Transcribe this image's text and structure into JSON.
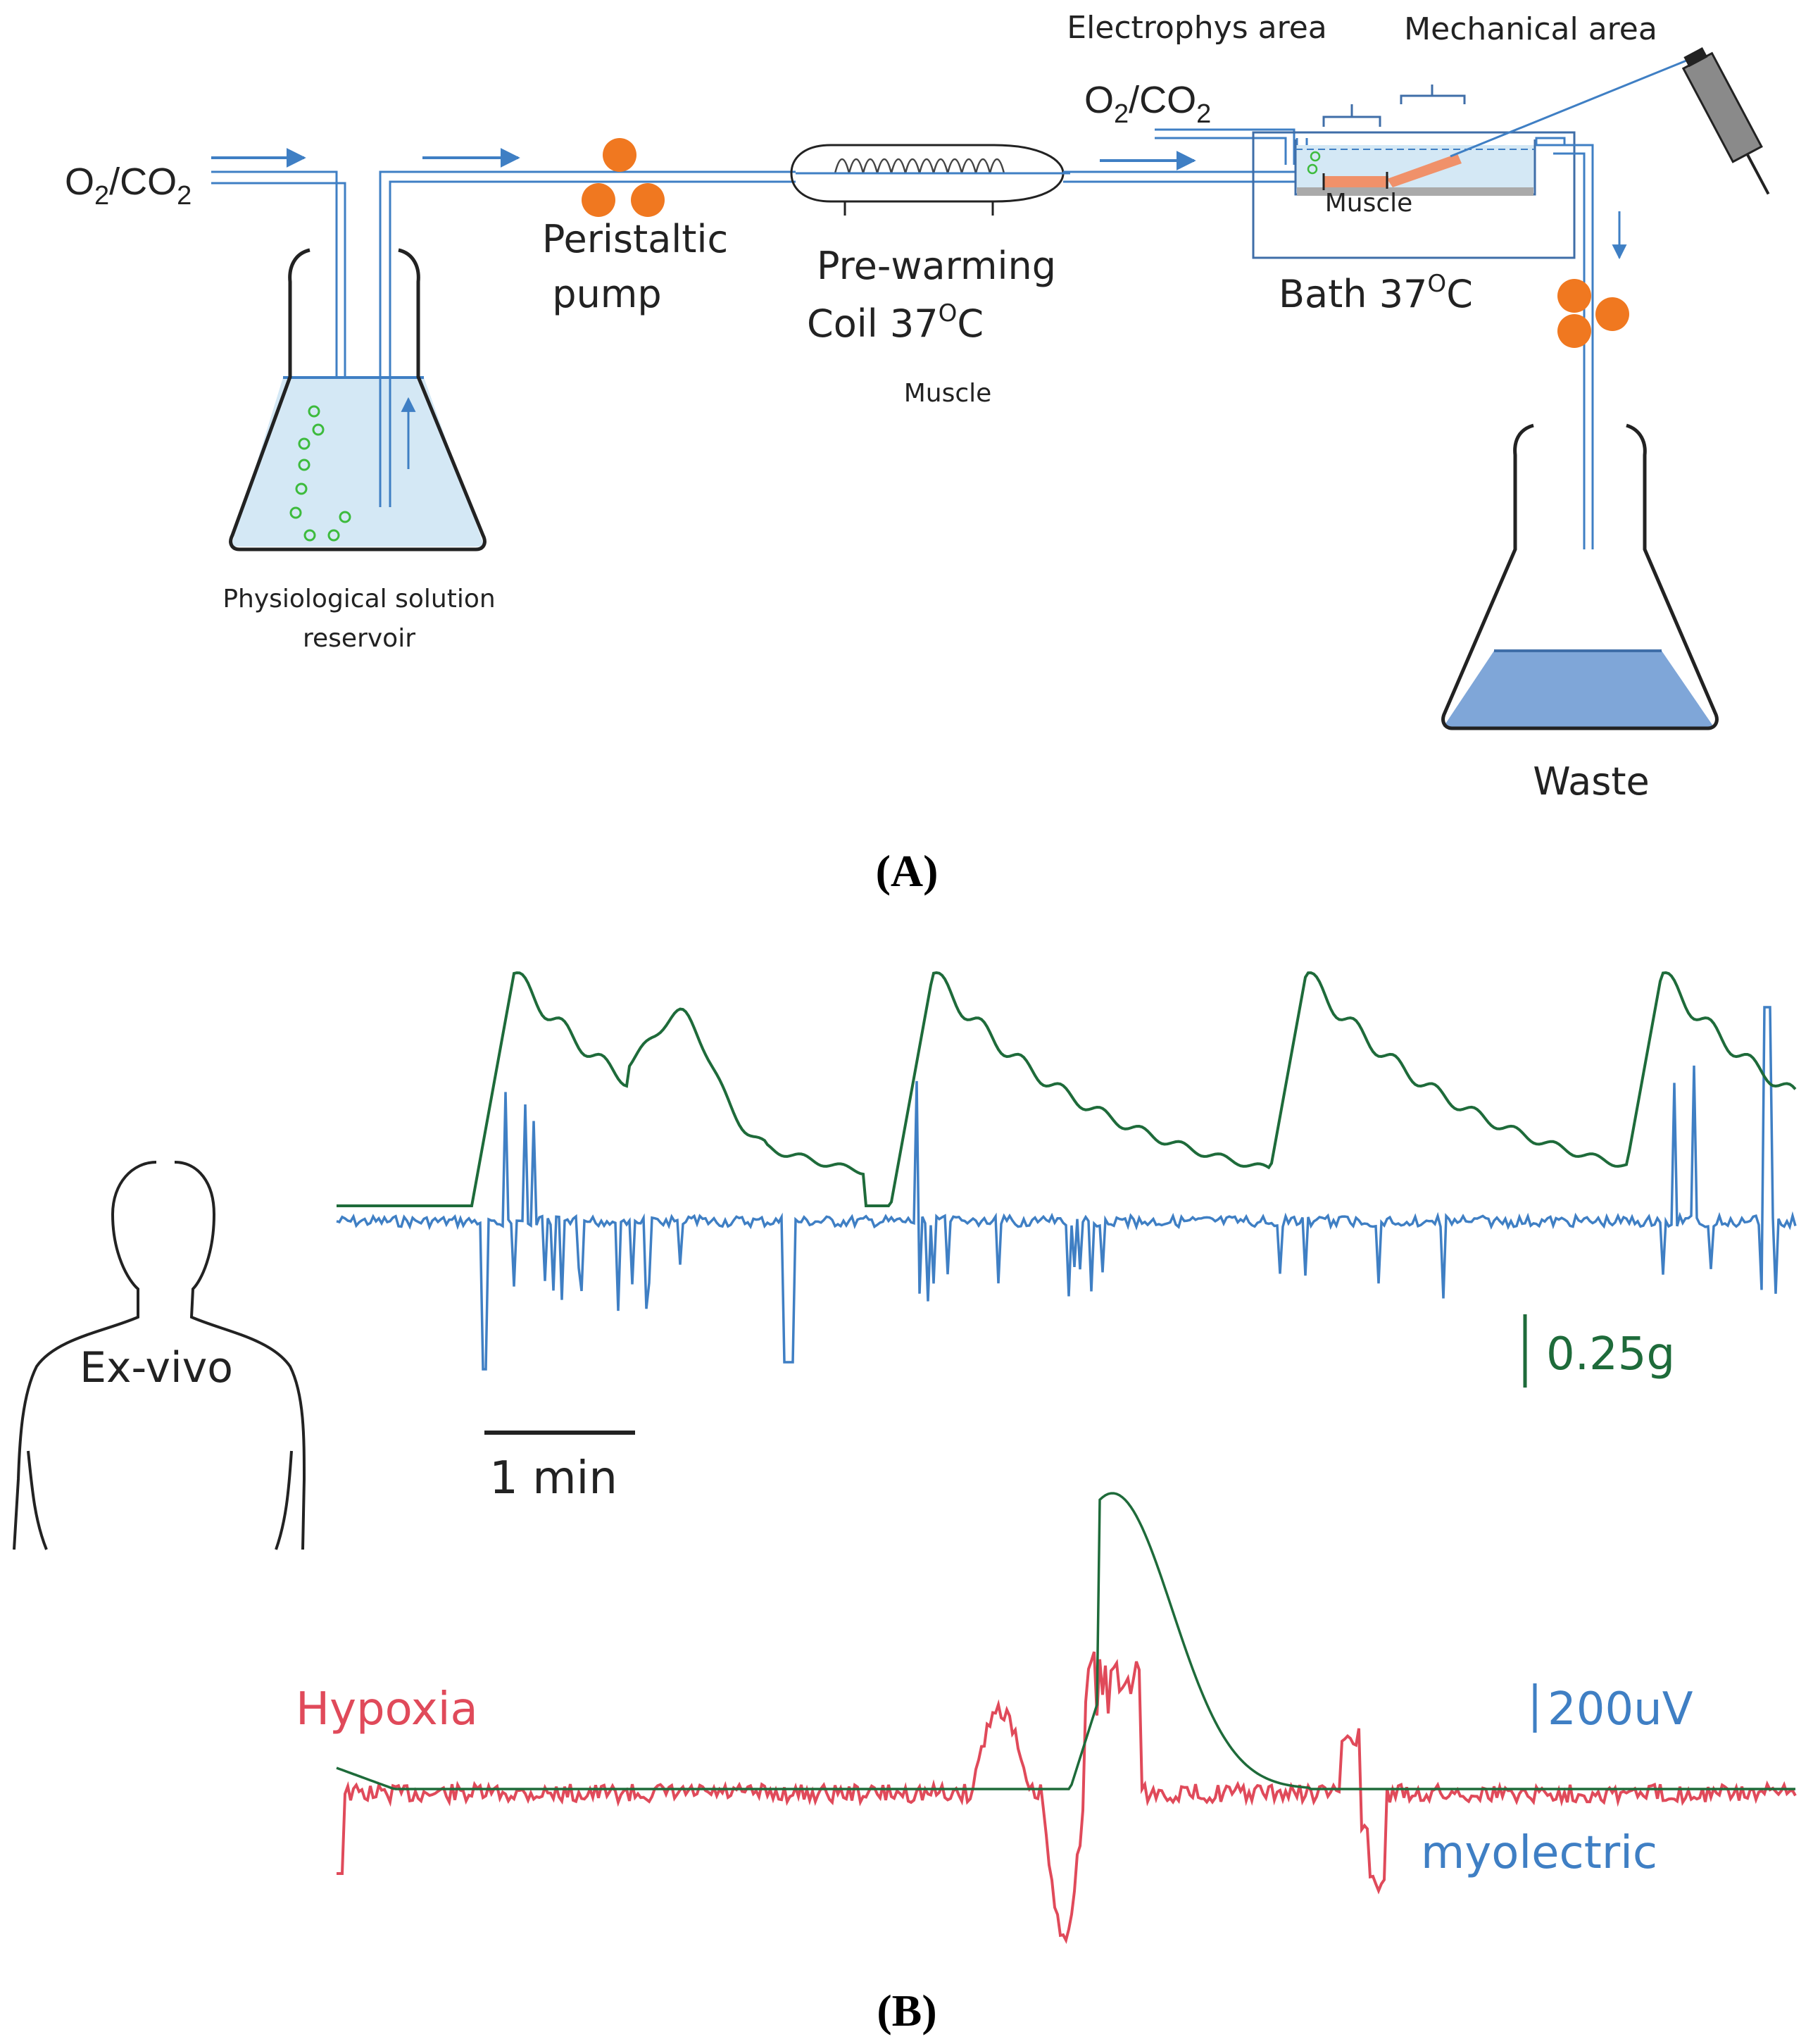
{
  "panel_a": {
    "caption": "A",
    "gas_left": "O2/CO2",
    "gas_left_base": "O",
    "gas_left_sub1": "2",
    "gas_left_mid": "/CO",
    "gas_left_sub2": "2",
    "gas_right_base": "O",
    "gas_right_sub1": "2",
    "gas_right_mid": "/CO",
    "gas_right_sub2": "2",
    "reservoir_label_line1": "Physiological solution",
    "reservoir_label_line2": "reservoir",
    "pump_label_line1": "Peristaltic",
    "pump_label_line2": "pump",
    "coil_label_line1": "Pre-warming",
    "coil_label_line2_base": "Coil 37",
    "coil_label_line2_sup": "O",
    "coil_label_line2_end": "C",
    "muscle_label_small": "Muscle",
    "muscle_label_bath": "Muscle",
    "bath_label_base": "Bath 37",
    "bath_label_sup": "O",
    "bath_label_end": "C",
    "electrophys_label": "Electrophys area",
    "mechanical_label": "Mechanical area",
    "waste_label": "Waste"
  },
  "panel_b": {
    "caption": "B",
    "figure_label": "Ex-vivo",
    "time_scale_label": "1 min",
    "force_scale_label": "0.25g",
    "voltage_scale_label": "200uV",
    "hypoxia_label": "Hypoxia",
    "myolectric_label": "myolectric"
  },
  "colors": {
    "tube": "#3f7fc4",
    "liquid": "#d4e8f5",
    "waste_liquid": "#7fa6d8",
    "pump_roller": "#f07820",
    "bubble": "#3dbb3d",
    "force_trace": "#1e6b3a",
    "myoelectric_trace": "#3f7fc4",
    "hypoxia_trace": "#e04a5a",
    "muscle": "#f0916a"
  }
}
